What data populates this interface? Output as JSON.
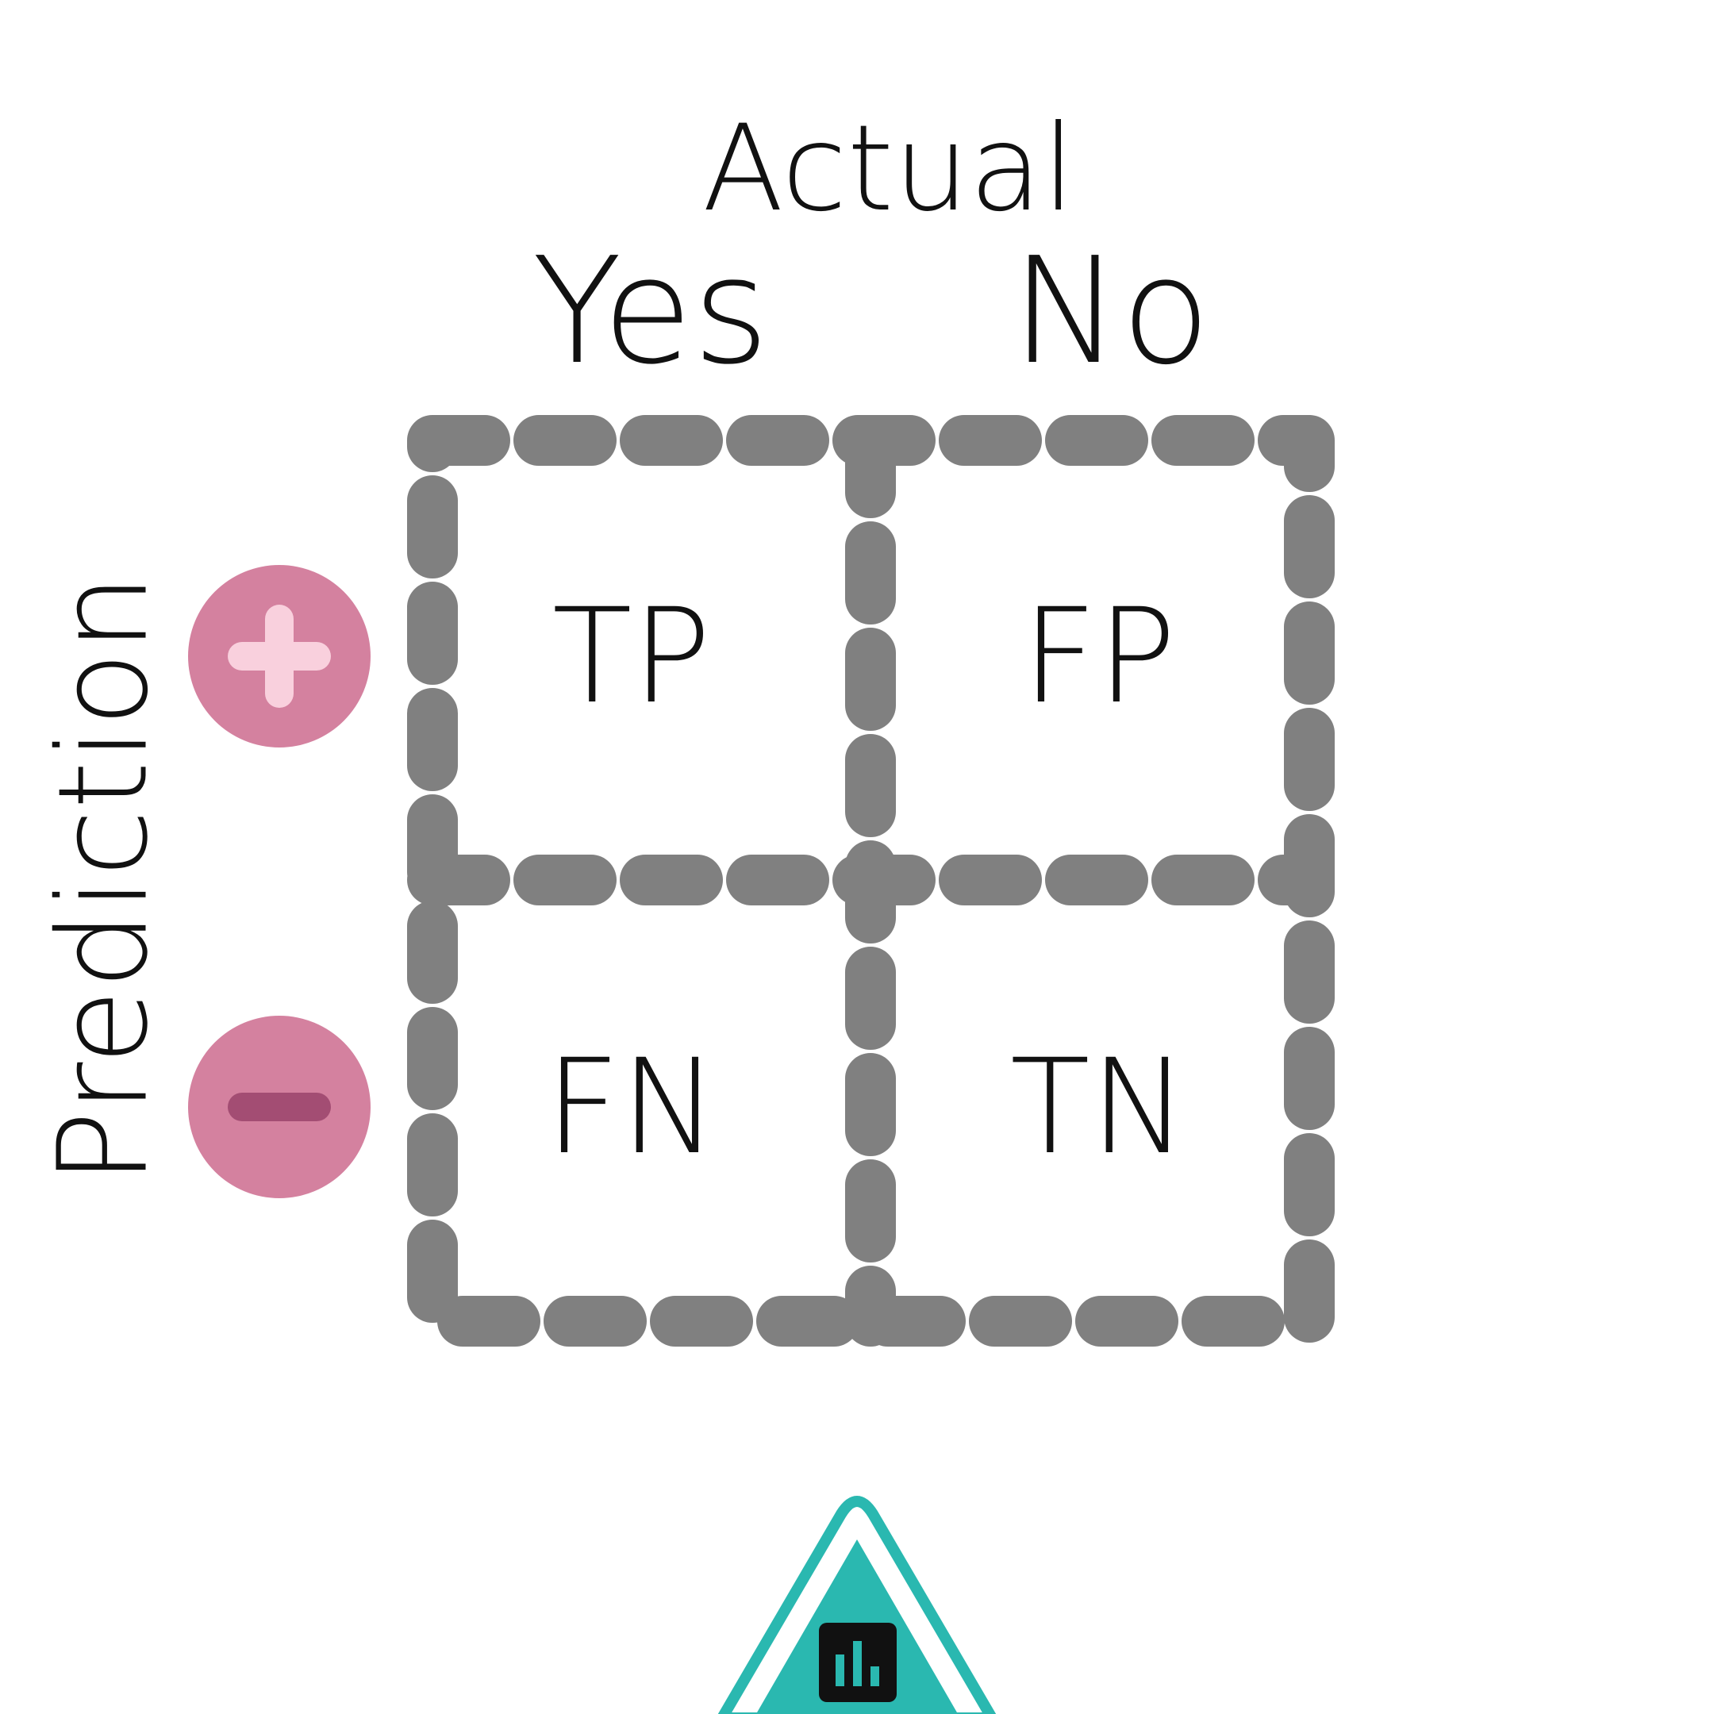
{
  "diagram": {
    "actual_label": "Actual",
    "prediction_label": "Prediction",
    "columns": [
      "Yes",
      "No"
    ],
    "cells": {
      "tp": "TP",
      "fp": "FP",
      "fn": "FN",
      "tn": "TN"
    },
    "icons": {
      "positive": "plus-icon",
      "negative": "minus-icon",
      "logo": "bar-chart-icon"
    }
  },
  "colors": {
    "dash": "#808080",
    "badge": "#d4819f",
    "plus": "#f9d0dd",
    "minus": "#a34d73",
    "logo_teal": "#2ab8b0",
    "logo_dark": "#111111"
  }
}
